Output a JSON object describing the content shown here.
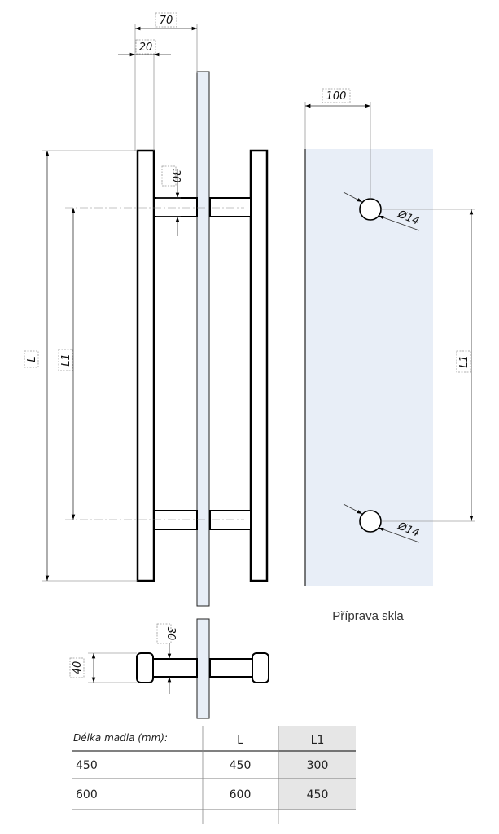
{
  "dimensions": {
    "d70": "70",
    "d20": "20",
    "d30_top": "30",
    "d100": "100",
    "d_L": "L",
    "d_L1_left": "L1",
    "d_L1_right": "L1",
    "d_hole1": "Ø14",
    "d_hole2": "Ø14",
    "d30_bottom": "30",
    "d40": "40"
  },
  "caption": "Příprava skla",
  "table": {
    "header": [
      "Délka madla (mm):",
      "L",
      "L1"
    ],
    "rows": [
      [
        "450",
        "450",
        "300"
      ],
      [
        "600",
        "600",
        "450"
      ]
    ]
  },
  "colors": {
    "glass_fill": "#e8eef7",
    "shaded_cell": "#e6e6e6"
  }
}
